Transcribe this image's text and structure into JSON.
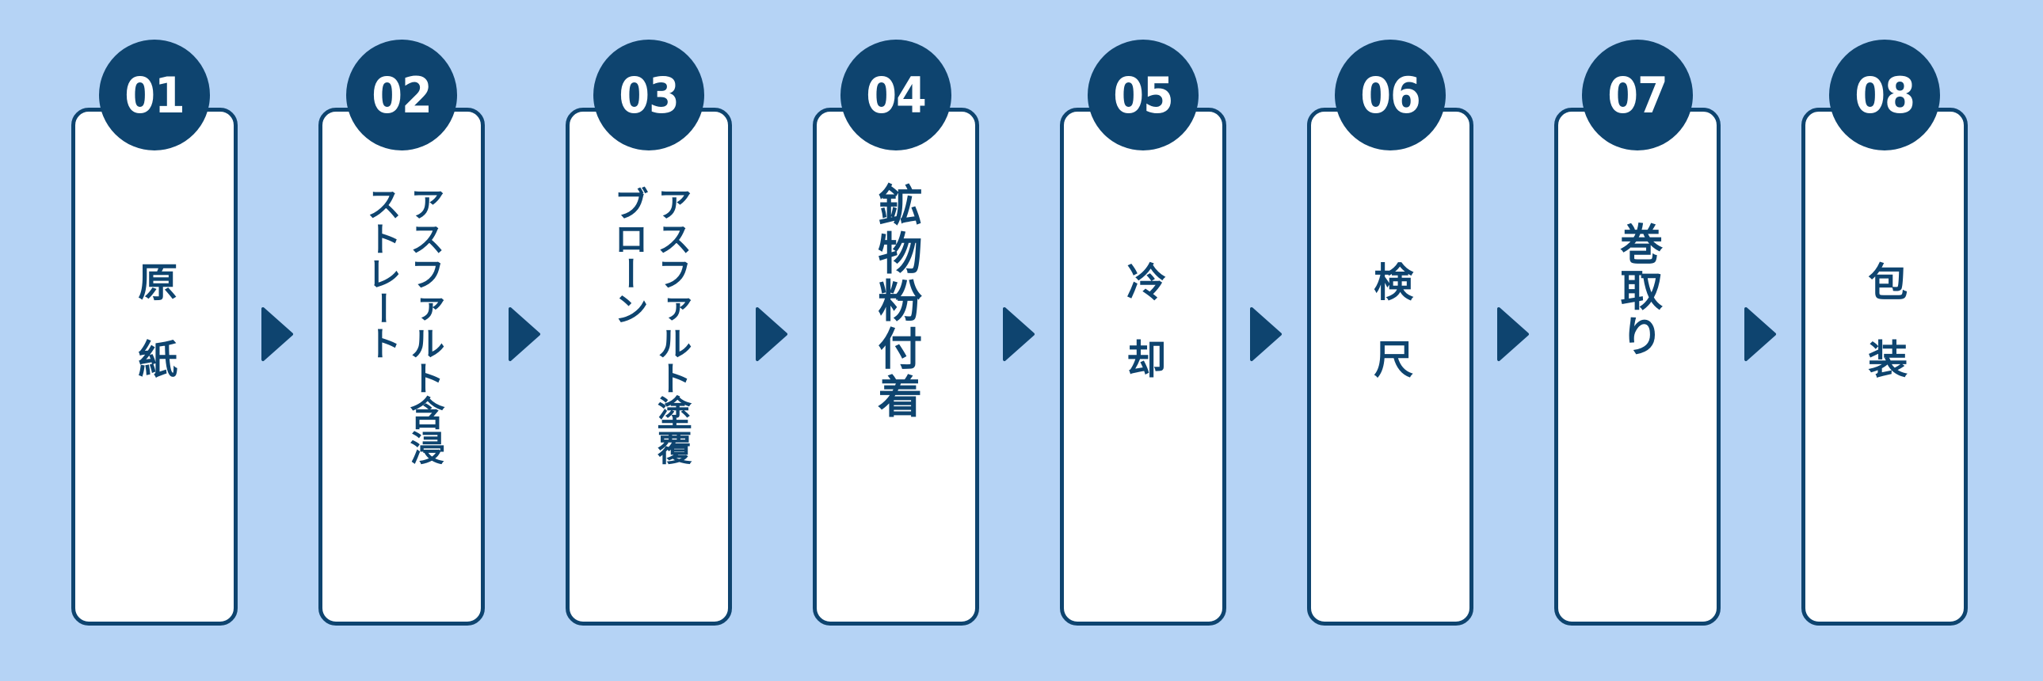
{
  "steps": [
    {
      "number": "01",
      "lines": [
        "原紙"
      ]
    },
    {
      "number": "02",
      "lines": [
        "ストレート",
        "アスファルト含浸"
      ]
    },
    {
      "number": "03",
      "lines": [
        "ブローン",
        "アスファルト塗覆"
      ]
    },
    {
      "number": "04",
      "lines": [
        "鉱物粉付着"
      ]
    },
    {
      "number": "05",
      "lines": [
        "冷却"
      ]
    },
    {
      "number": "06",
      "lines": [
        "検尺"
      ]
    },
    {
      "number": "07",
      "lines": [
        "巻取り"
      ]
    },
    {
      "number": "08",
      "lines": [
        "包装"
      ]
    }
  ],
  "colors": {
    "background": "#b5d3f5",
    "accent": "#0e446f",
    "card": "#ffffff"
  },
  "icons": {
    "arrow": "triangle-right-icon"
  }
}
